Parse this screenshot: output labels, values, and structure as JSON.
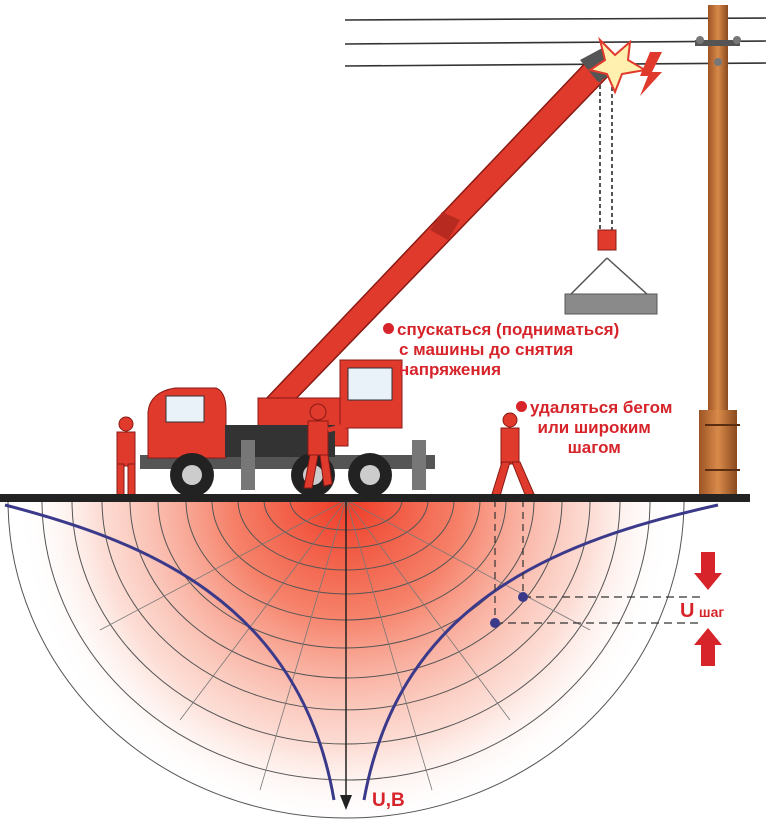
{
  "labels": {
    "rule1": [
      "спускаться (подниматься)",
      "с машины до снятия",
      "напряжения"
    ],
    "rule2": [
      "удаляться бегом",
      "или широким",
      "шагом"
    ],
    "axis_u": "U,B",
    "step_u": "U",
    "step_sub": "шаг"
  },
  "colors": {
    "accent": "#d6242a",
    "crane": "#e03a2c",
    "pole": "#c8743a",
    "ground": "#222222",
    "curve": "#3b3a8a",
    "field": "#f05a3c"
  }
}
